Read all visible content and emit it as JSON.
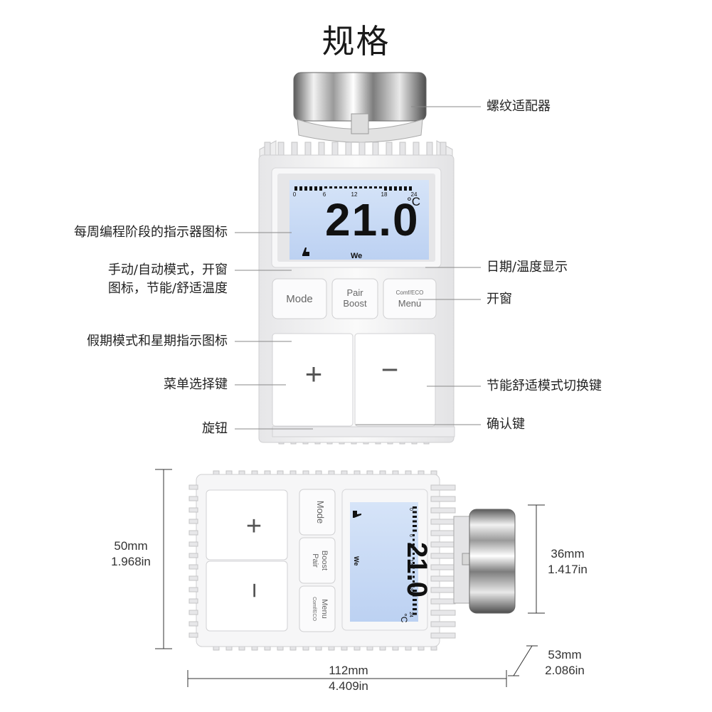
{
  "title": "规格",
  "callouts_left": {
    "indicator": "每周编程阶段的指示器图标",
    "manual_auto_1": "手动/自动模式，开窗",
    "manual_auto_2": "图标，节能/舒适温度",
    "holiday": "假期模式和星期指示图标",
    "menu_select": "菜单选择键",
    "knob": "旋钮"
  },
  "callouts_right": {
    "adapter": "螺纹适配器",
    "date_temp": "日期/温度显示",
    "window": "开窗",
    "eco_comfort": "节能舒适模式切换键",
    "confirm": "确认键"
  },
  "device": {
    "scale_ticks": [
      "0",
      "6",
      "12",
      "18",
      "24"
    ],
    "temperature": "21.0",
    "unit": "°C",
    "day": "We",
    "buttons": {
      "mode": "Mode",
      "pair_1": "Pair",
      "pair_2": "Boost",
      "comf_1": "Comf/ECO",
      "comf_2": "Menu",
      "plus": "+",
      "minus": "−"
    }
  },
  "dimensions": {
    "height_mm": "50mm",
    "height_in": "1.968in",
    "adapter_mm": "36mm",
    "adapter_in": "1.417in",
    "depth_mm": "53mm",
    "depth_in": "2.086in",
    "width_mm": "112mm",
    "width_in": "4.409in"
  },
  "colors": {
    "lcd": "#c9dcf7",
    "body": "#f3f3f4",
    "line": "#9a9a9a",
    "segment": "#111111"
  }
}
